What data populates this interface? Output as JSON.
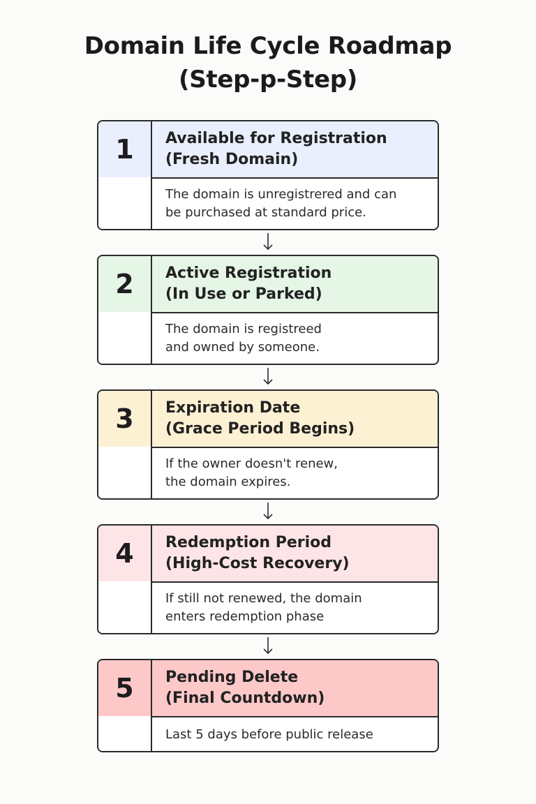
{
  "title": {
    "line1": "Domain Life Cycle Roadmap",
    "line2": "(Step-p-Step)"
  },
  "colors": {
    "step1": "#e9effd",
    "step2": "#e5f5e6",
    "step3": "#fdf1d3",
    "step4": "#fde4e7",
    "step5": "#fcc8c8",
    "border": "#2a2a2a"
  },
  "steps": [
    {
      "number": "1",
      "title_line1": "Available for Registration",
      "title_line2": "(Fresh Domain)",
      "desc_line1": "The domain is unregistrered and can",
      "desc_line2": "be purchased at standard price."
    },
    {
      "number": "2",
      "title_line1": "Active Registration",
      "title_line2": "(In Use or Parked)",
      "desc_line1": "The domain is registreed",
      "desc_line2": "and owned by someone."
    },
    {
      "number": "3",
      "title_line1": "Expiration Date",
      "title_line2": "(Grace Period Begins)",
      "desc_line1": "If the owner doesn't renew,",
      "desc_line2": "the domain expires."
    },
    {
      "number": "4",
      "title_line1": "Redemption Period",
      "title_line2": "(High-Cost Recovery)",
      "desc_line1": "If still not renewed, the domain",
      "desc_line2": "enters redemption phase"
    },
    {
      "number": "5",
      "title_line1": "Pending Delete",
      "title_line2": "(Final Countdown)",
      "desc_line1": "Last 5 days before public release",
      "desc_line2": ""
    }
  ]
}
